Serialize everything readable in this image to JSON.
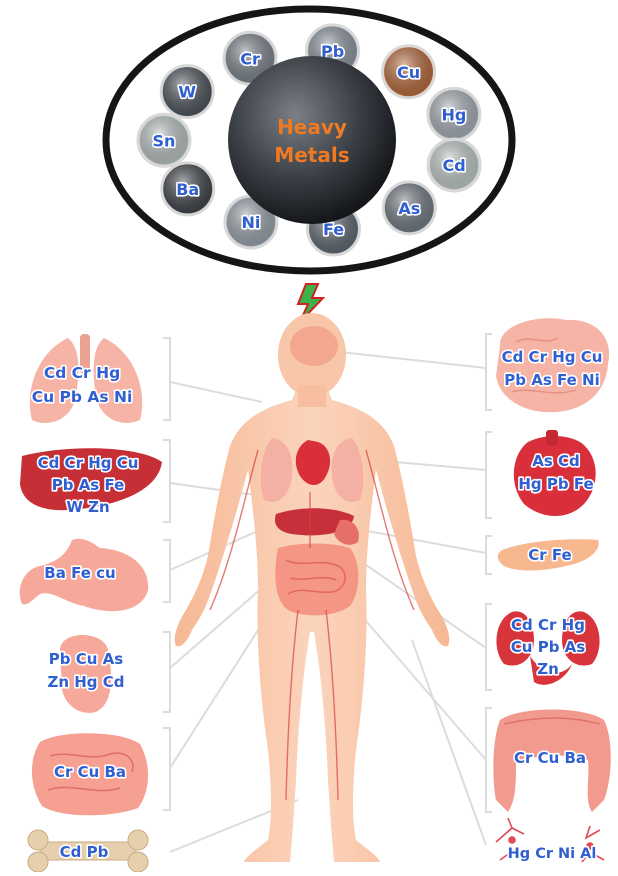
{
  "hub_title": [
    "Heavy",
    "Metals"
  ],
  "metals": [
    {
      "symbol": "Pb",
      "color": "#8a929c"
    },
    {
      "symbol": "Cu",
      "color": "#b4683a"
    },
    {
      "symbol": "Hg",
      "color": "#a3abb3"
    },
    {
      "symbol": "Cd",
      "color": "#bcc6c4"
    },
    {
      "symbol": "As",
      "color": "#6f7880"
    },
    {
      "symbol": "Fe",
      "color": "#5e6670"
    },
    {
      "symbol": "Ni",
      "color": "#97a0a8"
    },
    {
      "symbol": "Ba",
      "color": "#3e4248"
    },
    {
      "symbol": "Sn",
      "color": "#b7bfbf"
    },
    {
      "symbol": "W",
      "color": "#4c535b"
    },
    {
      "symbol": "Cr",
      "color": "#7a828a"
    }
  ],
  "organs": {
    "lungs": {
      "lines": [
        "Cd Cr Hg",
        "Cu Pb As Ni"
      ]
    },
    "liver": {
      "lines": [
        "Cd Cr Hg Cu",
        "Pb As Fe",
        "W Zn"
      ]
    },
    "stomach": {
      "lines": [
        "Ba Fe cu"
      ]
    },
    "gallbladder": {
      "lines": [
        "Pb Cu As",
        "Zn Hg Cd"
      ]
    },
    "small_intestine": {
      "lines": [
        "Cr Cu Ba"
      ]
    },
    "bone": {
      "lines": [
        "Cd Pb"
      ]
    },
    "brain": {
      "lines": [
        "Cd Cr Hg Cu",
        "Pb As Fe Ni"
      ]
    },
    "heart": {
      "lines": [
        "As Cd",
        "Hg Pb Fe"
      ]
    },
    "pancreas": {
      "lines": [
        "Cr Fe"
      ]
    },
    "kidneys": {
      "lines": [
        "Cd Cr Hg",
        "Cu Pb As",
        "Zn"
      ]
    },
    "large_intestine": {
      "lines": [
        "Cr Cu Ba"
      ]
    },
    "nerves": {
      "lines": [
        "Hg Cr Ni Al"
      ]
    }
  },
  "colors": {
    "text_blue": "#2f5fd0",
    "hub_orange": "#f07a22",
    "skin": "#f8c6a8",
    "organ_red": "#e04848",
    "bolt_green": "#3bb34a",
    "bolt_red": "#d32020"
  }
}
